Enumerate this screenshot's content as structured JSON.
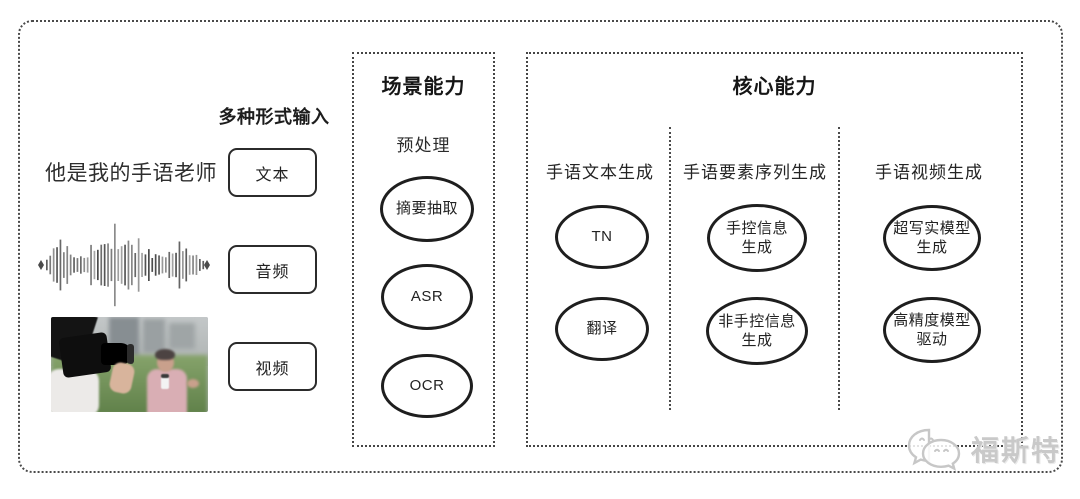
{
  "input_section": {
    "header": "多种形式输入",
    "text_sample": "他是我的手语老师",
    "items": [
      {
        "label": "文本"
      },
      {
        "label": "音频"
      },
      {
        "label": "视频"
      }
    ],
    "media": [
      {
        "icon": "audio-waveform-graphic"
      },
      {
        "icon": "video-thumbnail-photo"
      }
    ]
  },
  "scene_panel": {
    "title": "场景能力",
    "subtitle": "预处理",
    "nodes": [
      "摘要抽取",
      "ASR",
      "OCR"
    ]
  },
  "core_panel": {
    "title": "核心能力",
    "columns": [
      {
        "header": "手语文本生成",
        "nodes": [
          "TN",
          "翻译"
        ]
      },
      {
        "header": "手语要素序列生成",
        "nodes": [
          "手控信息\n生成",
          "非手控信息\n生成"
        ]
      },
      {
        "header": "手语视频生成",
        "nodes": [
          "超写实模型\n生成",
          "高精度模型\n驱动"
        ]
      }
    ]
  },
  "watermark": {
    "text": "福斯特",
    "icon": "wechat-chat-bubbles-icon",
    "color": "#c9c9c9"
  },
  "colors": {
    "ink": "#222222",
    "node_border": "#1e1e1e",
    "dotted_border": "#4a4a4a",
    "background": "#ffffff"
  }
}
